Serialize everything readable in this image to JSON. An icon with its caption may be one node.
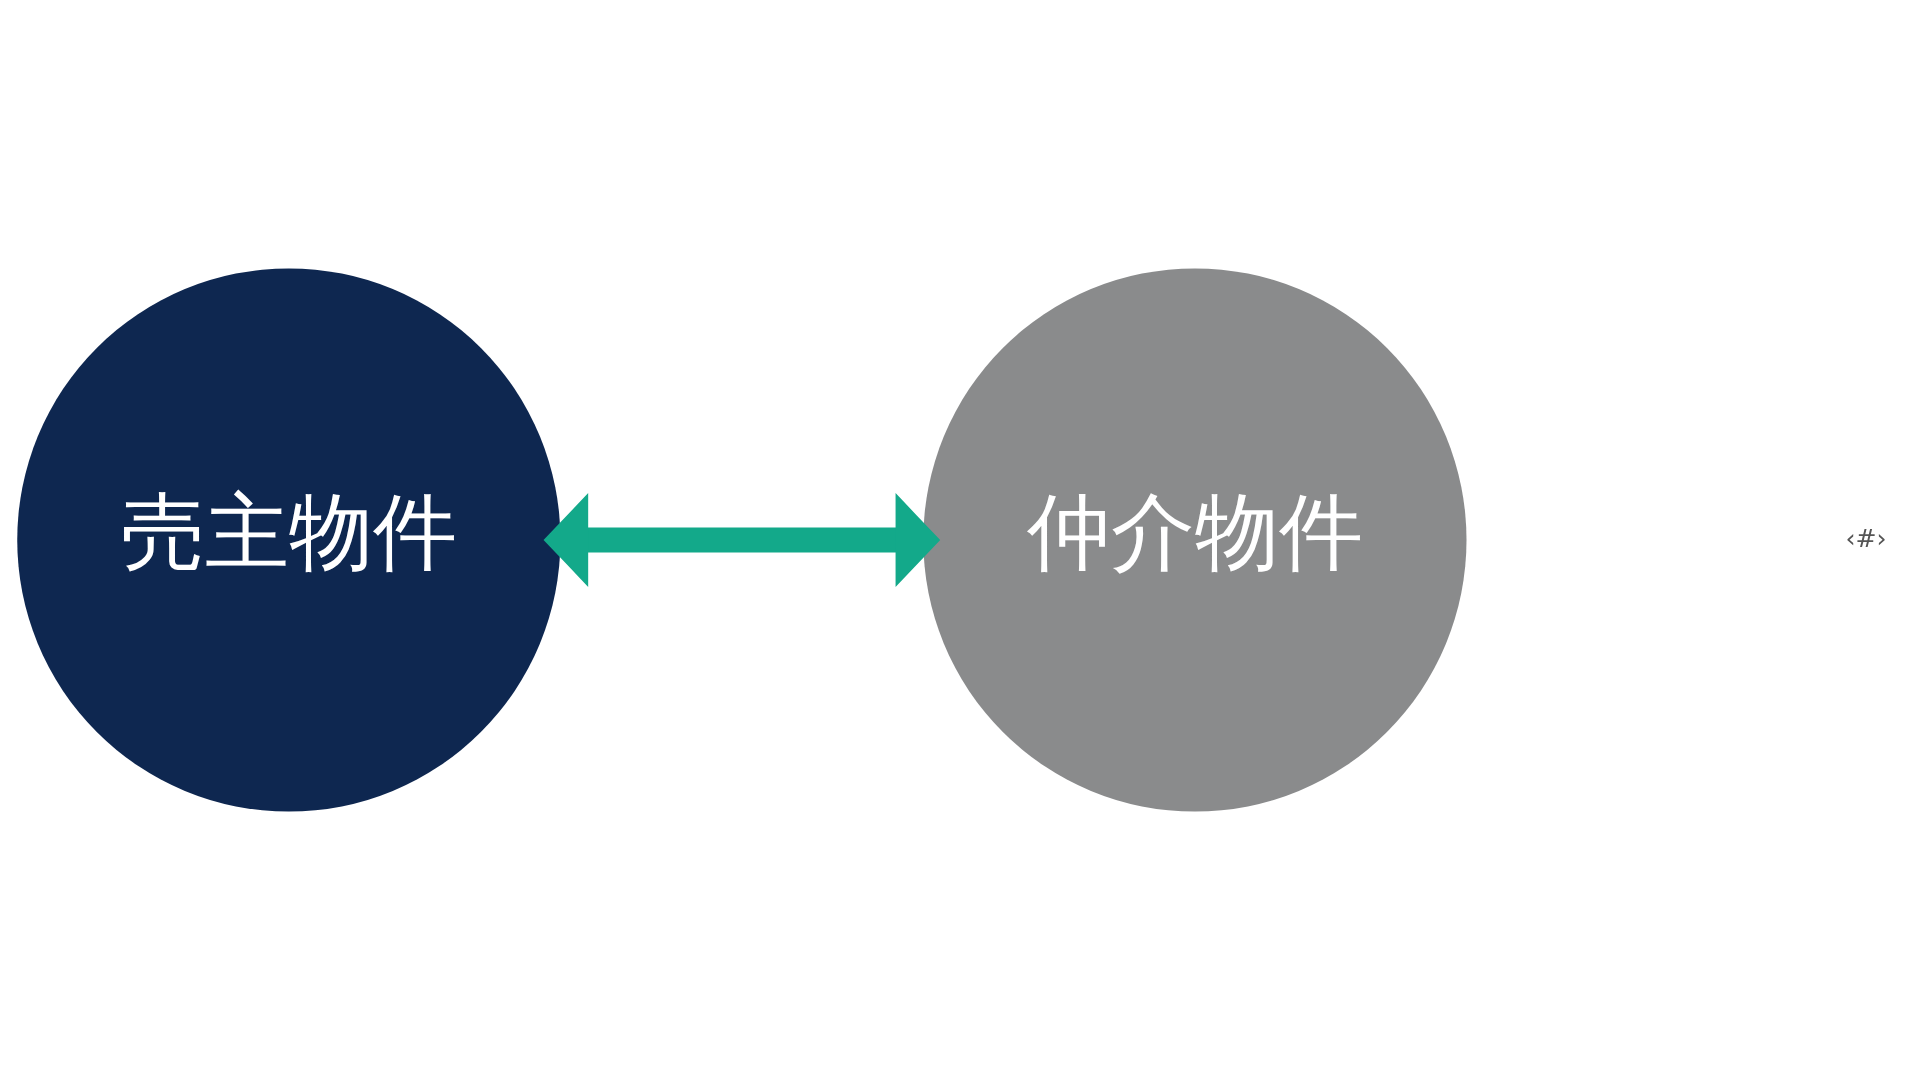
{
  "diagram": {
    "nodes": [
      {
        "text": [
          "売主物件"
        ]
      },
      {
        "text": [
          "仲介物件"
        ]
      }
    ],
    "edges": [
      {
        "from": 0,
        "to": 1,
        "arrow": "both"
      }
    ],
    "labels": [
      "‹#›"
    ]
  }
}
